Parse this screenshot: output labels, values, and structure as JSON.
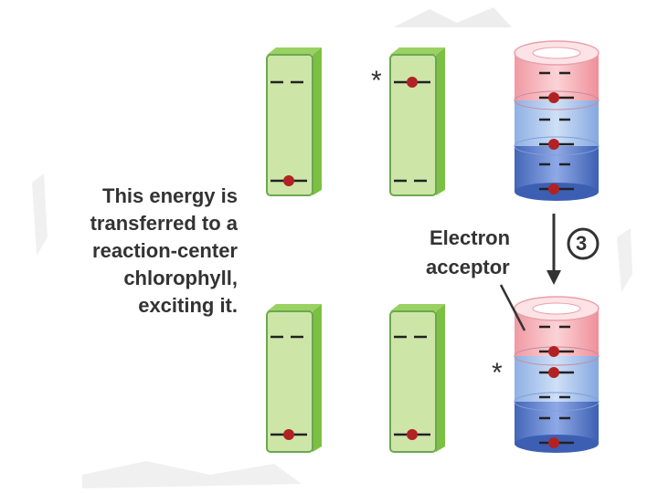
{
  "caption": {
    "lines": [
      "This energy is",
      "transferred to a",
      "reaction-center",
      "chlorophyll,",
      "exciting it."
    ]
  },
  "labels": {
    "electron_acceptor_line1": "Electron",
    "electron_acceptor_line2": "acceptor",
    "step_number": "3",
    "excited_marker": "*"
  },
  "colors": {
    "chlorophyll_face": "#cde6a8",
    "chlorophyll_side": "#7bc043",
    "chlorophyll_outline": "#6aa84f",
    "electron": "#b22222",
    "acceptor_pink": "#f4b6bc",
    "acceptor_light_blue": "#a9c4ec",
    "acceptor_dark_blue": "#5a7fd0",
    "text": "#333333"
  }
}
